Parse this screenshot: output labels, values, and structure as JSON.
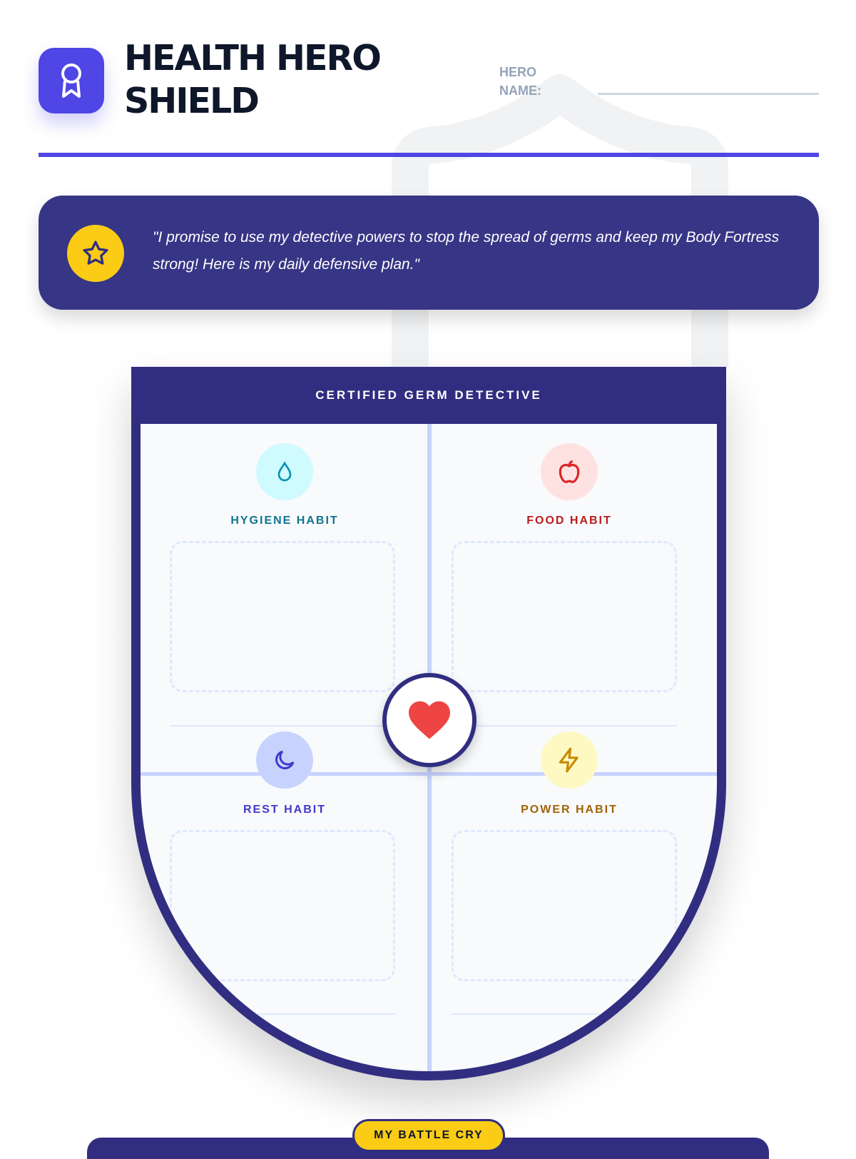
{
  "header": {
    "title_line1": "HEALTH HERO",
    "title_line2": "SHIELD",
    "hero_name_label_1": "HERO",
    "hero_name_label_2": "NAME:"
  },
  "pledge": {
    "text": "\"I promise to use my detective powers to stop the spread of germs and keep my Body Fortress strong! Here is my daily defensive plan.\""
  },
  "shield": {
    "title": "CERTIFIED GERM DETECTIVE",
    "habits": [
      {
        "label": "HYGIENE HABIT",
        "icon": "water-drop-icon",
        "color": "#0e7490",
        "bg": "#cffafe"
      },
      {
        "label": "FOOD HABIT",
        "icon": "apple-icon",
        "color": "#b91c1c",
        "bg": "#fee2e2"
      },
      {
        "label": "REST HABIT",
        "icon": "moon-icon",
        "color": "#4338ca",
        "bg": "#c7d2fe"
      },
      {
        "label": "POWER HABIT",
        "icon": "lightning-icon",
        "color": "#a16207",
        "bg": "#fef9c3"
      }
    ],
    "center_icon": "heart-icon"
  },
  "battle_cry": {
    "label": "MY BATTLE CRY"
  }
}
